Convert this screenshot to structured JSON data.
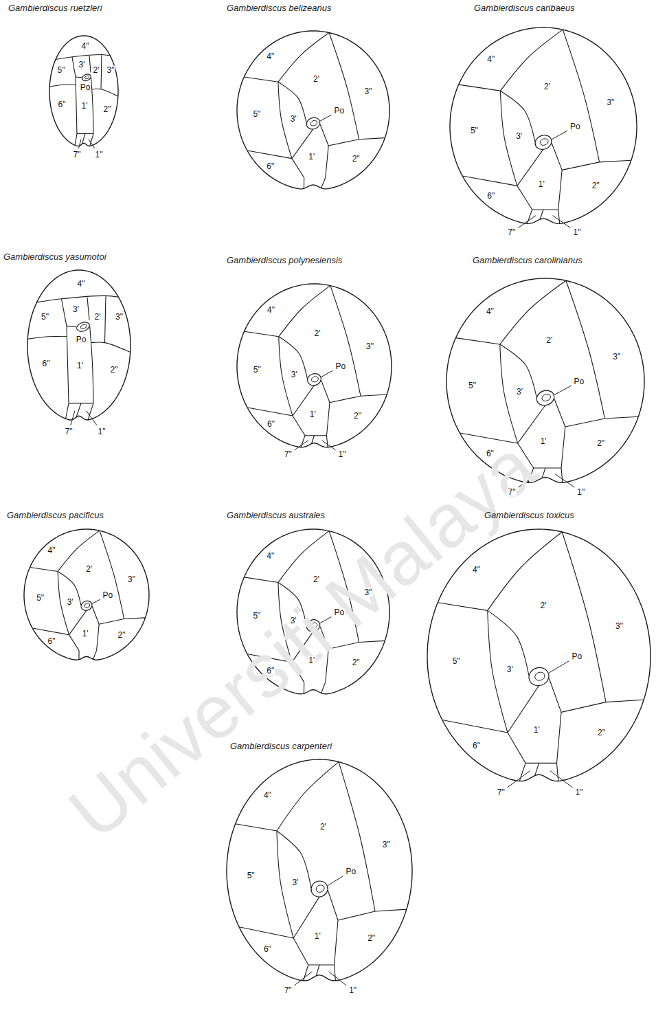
{
  "diagram": {
    "nodes": [
      {
        "text": [
          "Gambierdiscus ruetzleri"
        ]
      },
      {
        "text": [
          "Gambierdiscus belizeanus"
        ]
      },
      {
        "text": [
          "Gambierdiscus caribaeus"
        ]
      },
      {
        "text": [
          "Gambierdiscus yasumotoi"
        ]
      },
      {
        "text": [
          "Gambierdiscus polynesiensis"
        ]
      },
      {
        "text": [
          "Gambierdiscus carolinianus"
        ]
      },
      {
        "text": [
          "Gambierdiscus pacificus"
        ]
      },
      {
        "text": [
          "Gambierdiscus australes"
        ]
      },
      {
        "text": [
          "Gambierdiscus toxicus"
        ]
      },
      {
        "text": [
          "Gambierdiscus carpenteri"
        ]
      }
    ],
    "labels": [
      "4\"",
      "5\"",
      "3'",
      "2'",
      "3\"",
      "Po",
      "6\"",
      "1'",
      "2\"",
      "7\"",
      "1\"",
      "4\"",
      "2'",
      "3\"",
      "5\"",
      "3'",
      "Po",
      "6\"",
      "1'",
      "2\"",
      "4\"",
      "2'",
      "3\"",
      "5\"",
      "3'",
      "Po",
      "1'",
      "6\"",
      "2\"",
      "7\"",
      "1\"",
      "4\"",
      "5\"",
      "3'",
      "2'",
      "3\"",
      "Po",
      "6\"",
      "1'",
      "2\"",
      "1\"",
      "7\"",
      "4\"",
      "2'",
      "3\"",
      "5\"",
      "3'",
      "Po",
      "1'",
      "6\"",
      "2\"",
      "7\"",
      "1\"",
      "4\"",
      "2'",
      "3\"",
      "5\"",
      "3'",
      "Po",
      "6\"",
      "1'",
      "2\"",
      "7\"",
      "1\"",
      "4\"",
      "2'",
      "3\"",
      "5\"",
      "3'",
      "Po",
      "1'",
      "6\"",
      "2\"",
      "4\"",
      "3\"",
      "2'",
      "5\"",
      "3'",
      "Po",
      "6\"",
      "1'",
      "2\"",
      "4\"",
      "2'",
      "3\"",
      "5\"",
      "3'",
      "Po",
      "1'",
      "6\"",
      "2\"",
      "7\"",
      "1\"",
      "4\"",
      "3\"",
      "2'",
      "3'",
      "5\"",
      "Po",
      "1'",
      "2\"",
      "6\"",
      "7\"",
      "1\"",
      "Universiti Malaya"
    ]
  }
}
